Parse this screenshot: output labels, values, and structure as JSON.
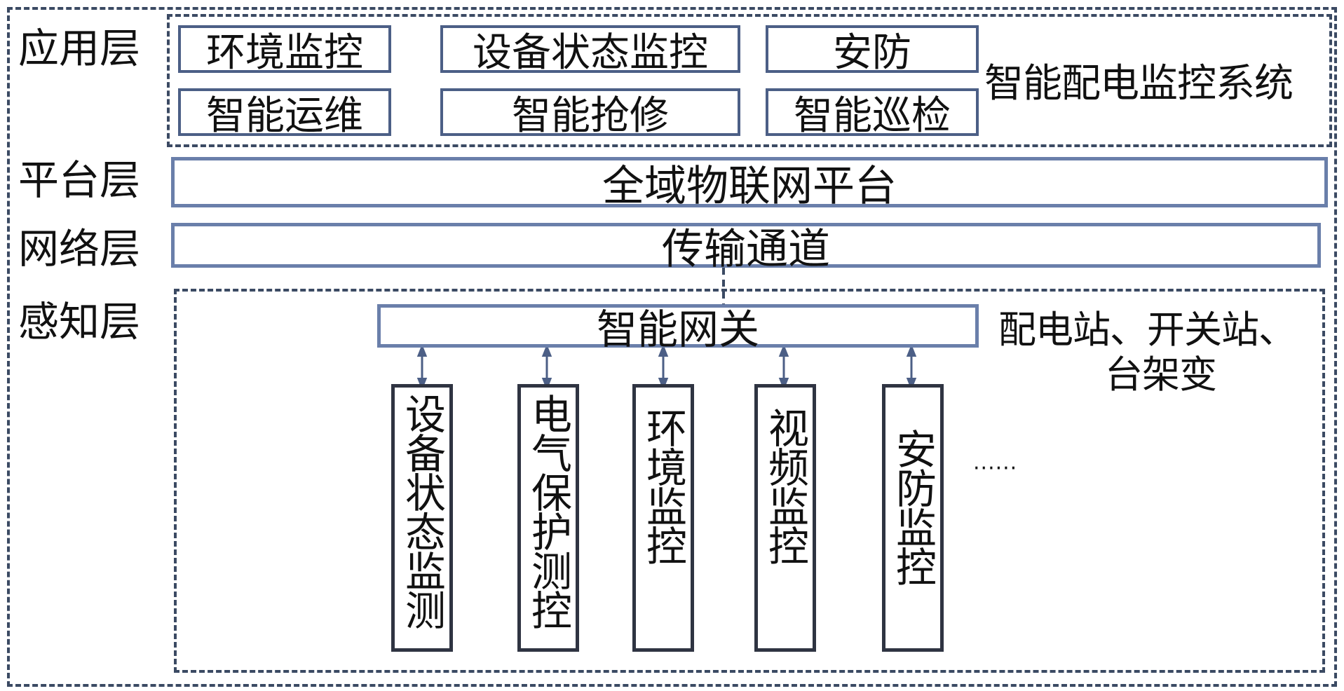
{
  "layers": {
    "application": "应用层",
    "platform": "平台层",
    "network": "网络层",
    "perception": "感知层"
  },
  "application_modules": [
    "环境监控",
    "设备状态监控",
    "安防",
    "智能运维",
    "智能抢修",
    "智能巡检"
  ],
  "system_name": "智能配电监控系统",
  "platform_name": "全域物联网平台",
  "network_name": "传输通道",
  "gateway_name": "智能网关",
  "site_label_line1": "配电站、开关站、",
  "site_label_line2": "台架变",
  "sensors": [
    "设备状态监测",
    "电气保护测控",
    "环境监控",
    "视频监控",
    "安防监控"
  ],
  "ellipsis": "······"
}
